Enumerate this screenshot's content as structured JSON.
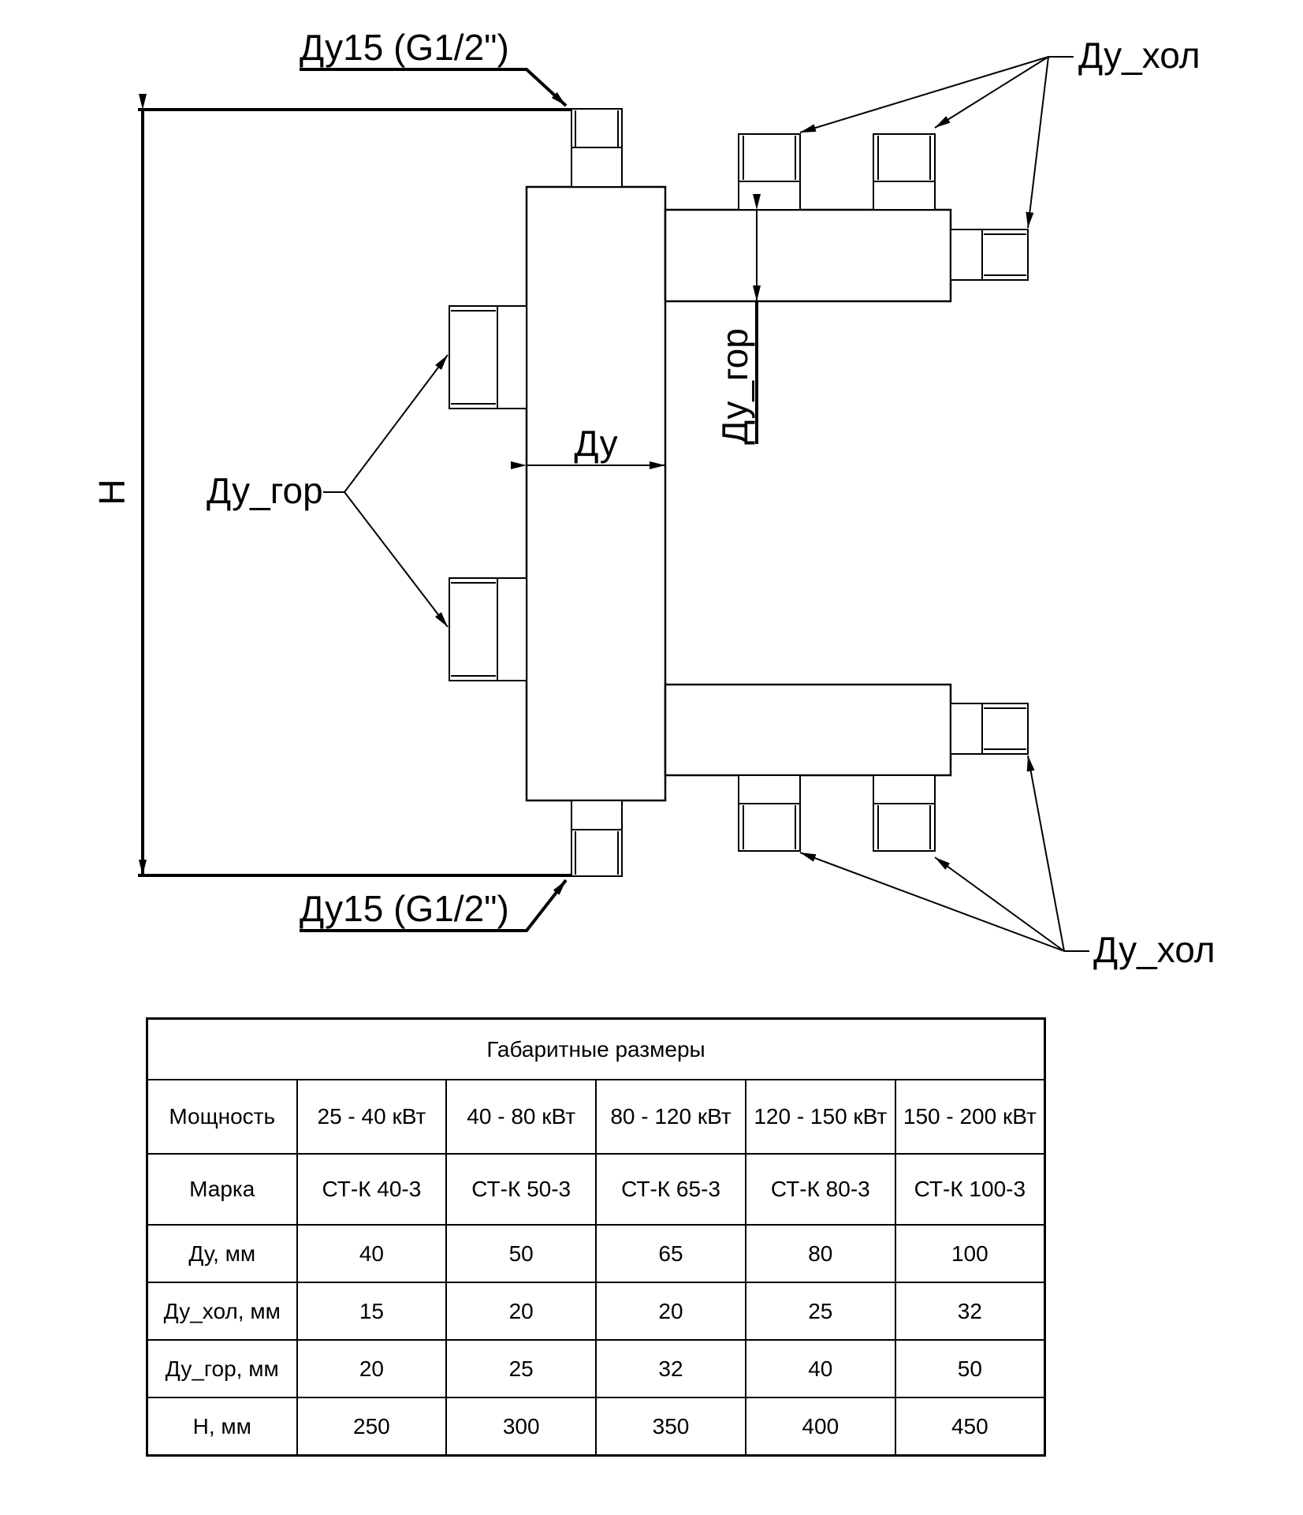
{
  "diagram": {
    "label_top_port": "Ду15 (G1/2\")",
    "label_bottom_port": "Ду15 (G1/2\")",
    "label_cold_top": "Ду_хол",
    "label_cold_bottom": "Ду_хол",
    "label_hot_left": "Ду_гор",
    "label_hot_right": "Ду_гор",
    "label_du": "Ду",
    "label_h": "H"
  },
  "table": {
    "title": "Габаритные размеры",
    "columns": [
      "25 - 40 кВт",
      "40 - 80 кВт",
      "80 - 120 кВт",
      "120 - 150 кВт",
      "150 - 200 кВт"
    ],
    "rows": [
      {
        "label": "Мощность",
        "values": [
          "25 - 40 кВт",
          "40 - 80 кВт",
          "80 - 120 кВт",
          "120 - 150 кВт",
          "150 - 200 кВт"
        ]
      },
      {
        "label": "Марка",
        "values": [
          "СТ-К 40-3",
          "СТ-К 50-3",
          "СТ-К 65-3",
          "СТ-К 80-3",
          "СТ-К 100-3"
        ]
      },
      {
        "label": "Ду, мм",
        "values": [
          "40",
          "50",
          "65",
          "80",
          "100"
        ]
      },
      {
        "label": "Ду_хол, мм",
        "values": [
          "15",
          "20",
          "20",
          "25",
          "32"
        ]
      },
      {
        "label": "Ду_гор, мм",
        "values": [
          "20",
          "25",
          "32",
          "40",
          "50"
        ]
      },
      {
        "label": "H, мм",
        "values": [
          "250",
          "300",
          "350",
          "400",
          "450"
        ]
      }
    ]
  }
}
